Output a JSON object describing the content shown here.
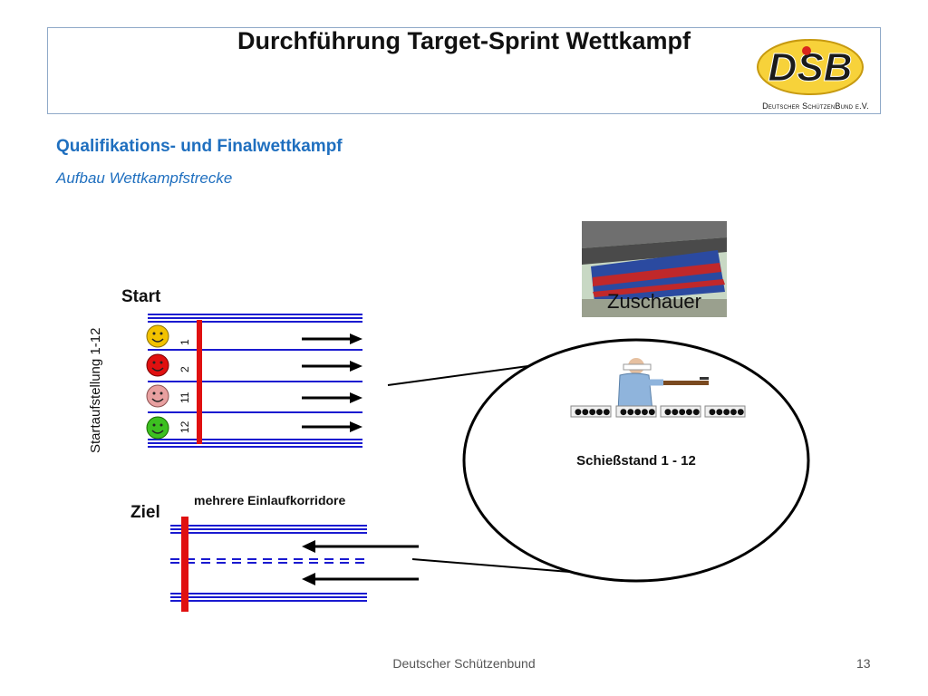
{
  "header": {
    "title": "Durchführung Target-Sprint Wettkampf",
    "logo_text": "DSB",
    "logo_caption": "Deutscher SchützenBund e.V."
  },
  "section": {
    "subtitle": "Qualifikations- und Finalwettkampf",
    "subsubtitle": "Aufbau Wettkampfstrecke"
  },
  "diagram": {
    "start_label": "Start",
    "start_side_label": "Startaufstellung 1-12",
    "lane_numbers": [
      "1",
      "2",
      "11",
      "12"
    ],
    "start_faces": [
      {
        "name": "yellow-smiley-face",
        "color": "#f2c200"
      },
      {
        "name": "red-smiley-face",
        "color": "#e01010"
      },
      {
        "name": "pink-smiley-face",
        "color": "#e8a0a0"
      },
      {
        "name": "green-smiley-face",
        "color": "#3cc020"
      }
    ],
    "finish_label": "Ziel",
    "finish_corridor_label": "mehrere Einlaufkorridore",
    "spectators_label": "Zuschauer",
    "shooting_range_label": "Schießstand 1 - 12",
    "target_dots": "●●●●●"
  },
  "colors": {
    "accent_blue": "#1f6fbf",
    "lane_blue": "#1a1ad0",
    "start_finish_red": "#e01010"
  },
  "footer": {
    "org": "Deutscher Schützenbund",
    "page": "13"
  }
}
